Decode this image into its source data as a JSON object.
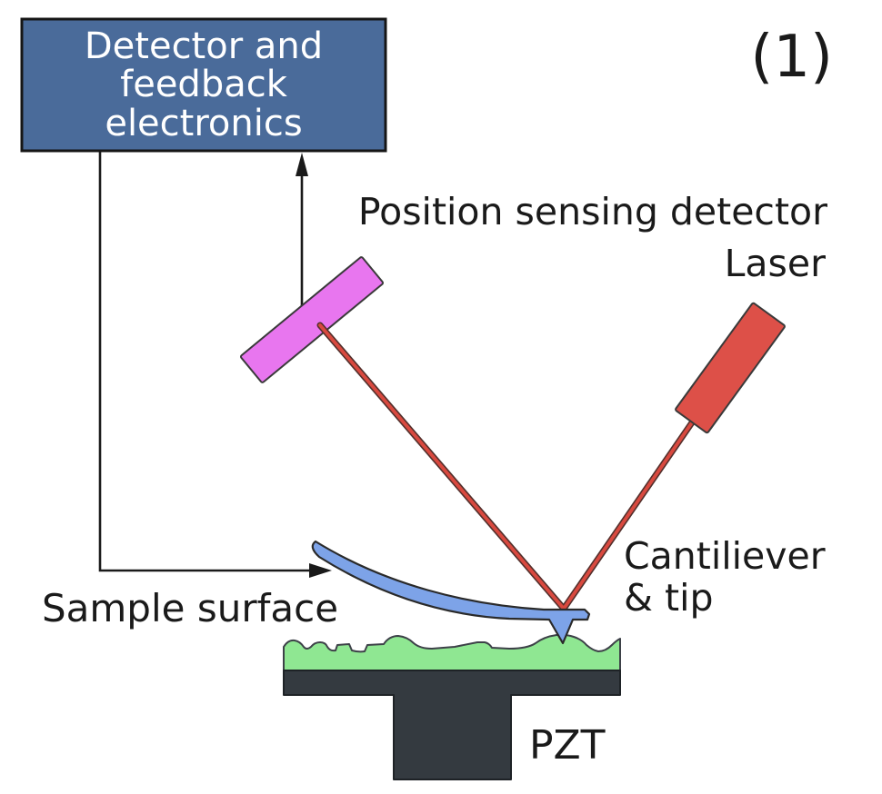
{
  "figure": {
    "number_label": "(1)",
    "description": "Atomic force microscope schematic"
  },
  "detector_box": {
    "line1": "Detector and",
    "line2": "feedback",
    "line3": "electronics"
  },
  "labels": {
    "position_sensing_detector": "Position sensing detector",
    "laser": "Laser",
    "cantilever_line1": "Cantiliever",
    "cantilever_line2": "& tip",
    "sample_surface": "Sample surface",
    "pzt": "PZT"
  },
  "colors": {
    "detector_box_fill": "#4a6b9a",
    "detector_box_text": "#ffffff",
    "mirror_fill": "#e876ef",
    "laser_body_fill": "#dd5048",
    "beam_core": "#d9493f",
    "beam_edge": "#53302c",
    "cantilever_fill": "#7da3e8",
    "sample_fill": "#8fe792",
    "pzt_fill": "#343a40",
    "line_color": "#1a1a1a"
  }
}
